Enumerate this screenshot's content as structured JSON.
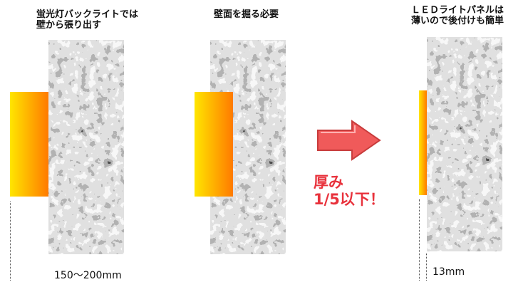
{
  "captions": {
    "fluorescent": [
      "蛍光灯バックライトでは",
      "壁から張り出す"
    ],
    "recess": "壁面を掘る必要",
    "led": [
      "ＬＥＤライトパネルは",
      "薄いので後付けも簡単"
    ]
  },
  "dimensions": {
    "fluorescent": "150～200mm",
    "led": "13mm"
  },
  "highlight": [
    "厚み",
    "1/5以下！"
  ],
  "colors": {
    "panel_start": "#ffe600",
    "panel_end": "#ff7a00",
    "arrow_fill": "#f05a5a",
    "highlight_text": "#e8323c"
  }
}
